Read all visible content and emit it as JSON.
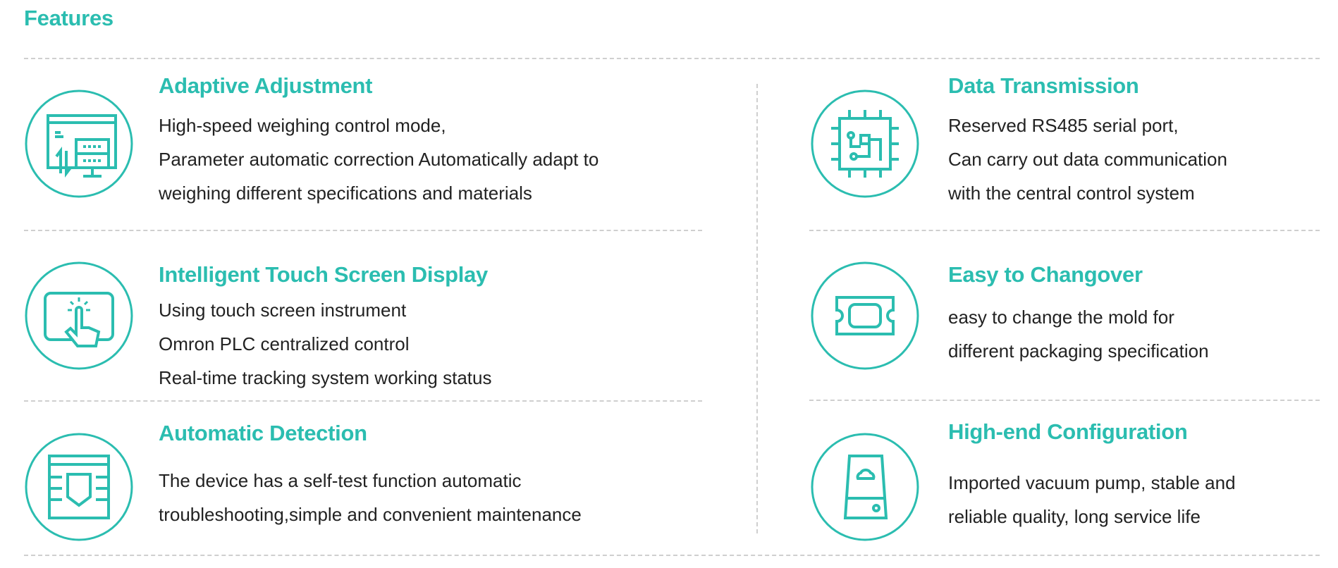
{
  "heading": "Features",
  "accent_color": "#2bbdb0",
  "features": [
    {
      "title": "Adaptive Adjustment",
      "icon": "monitor-settings-icon",
      "lines": [
        "High-speed weighing control mode,",
        "Parameter automatic correction Automatically adapt to",
        "weighing different specifications and materials"
      ]
    },
    {
      "title": "Data Transmission",
      "icon": "circuit-board-icon",
      "lines": [
        "Reserved RS485 serial port,",
        "Can carry out data communication",
        "with the central control system"
      ]
    },
    {
      "title": "Intelligent Touch Screen Display",
      "icon": "touch-screen-icon",
      "lines": [
        "Using touch screen instrument",
        "Omron PLC centralized control",
        "Real-time tracking system working status"
      ]
    },
    {
      "title": "Easy to Changover",
      "icon": "mold-icon",
      "lines": [
        "easy to change the mold for",
        "different packaging specification"
      ]
    },
    {
      "title": "Automatic Detection",
      "icon": "shield-chip-icon",
      "lines": [
        "The device has a self-test function automatic",
        "troubleshooting,simple and convenient maintenance"
      ]
    },
    {
      "title": "High-end Configuration",
      "icon": "pump-device-icon",
      "lines": [
        "Imported vacuum pump, stable and",
        "reliable quality, long service life"
      ]
    }
  ]
}
